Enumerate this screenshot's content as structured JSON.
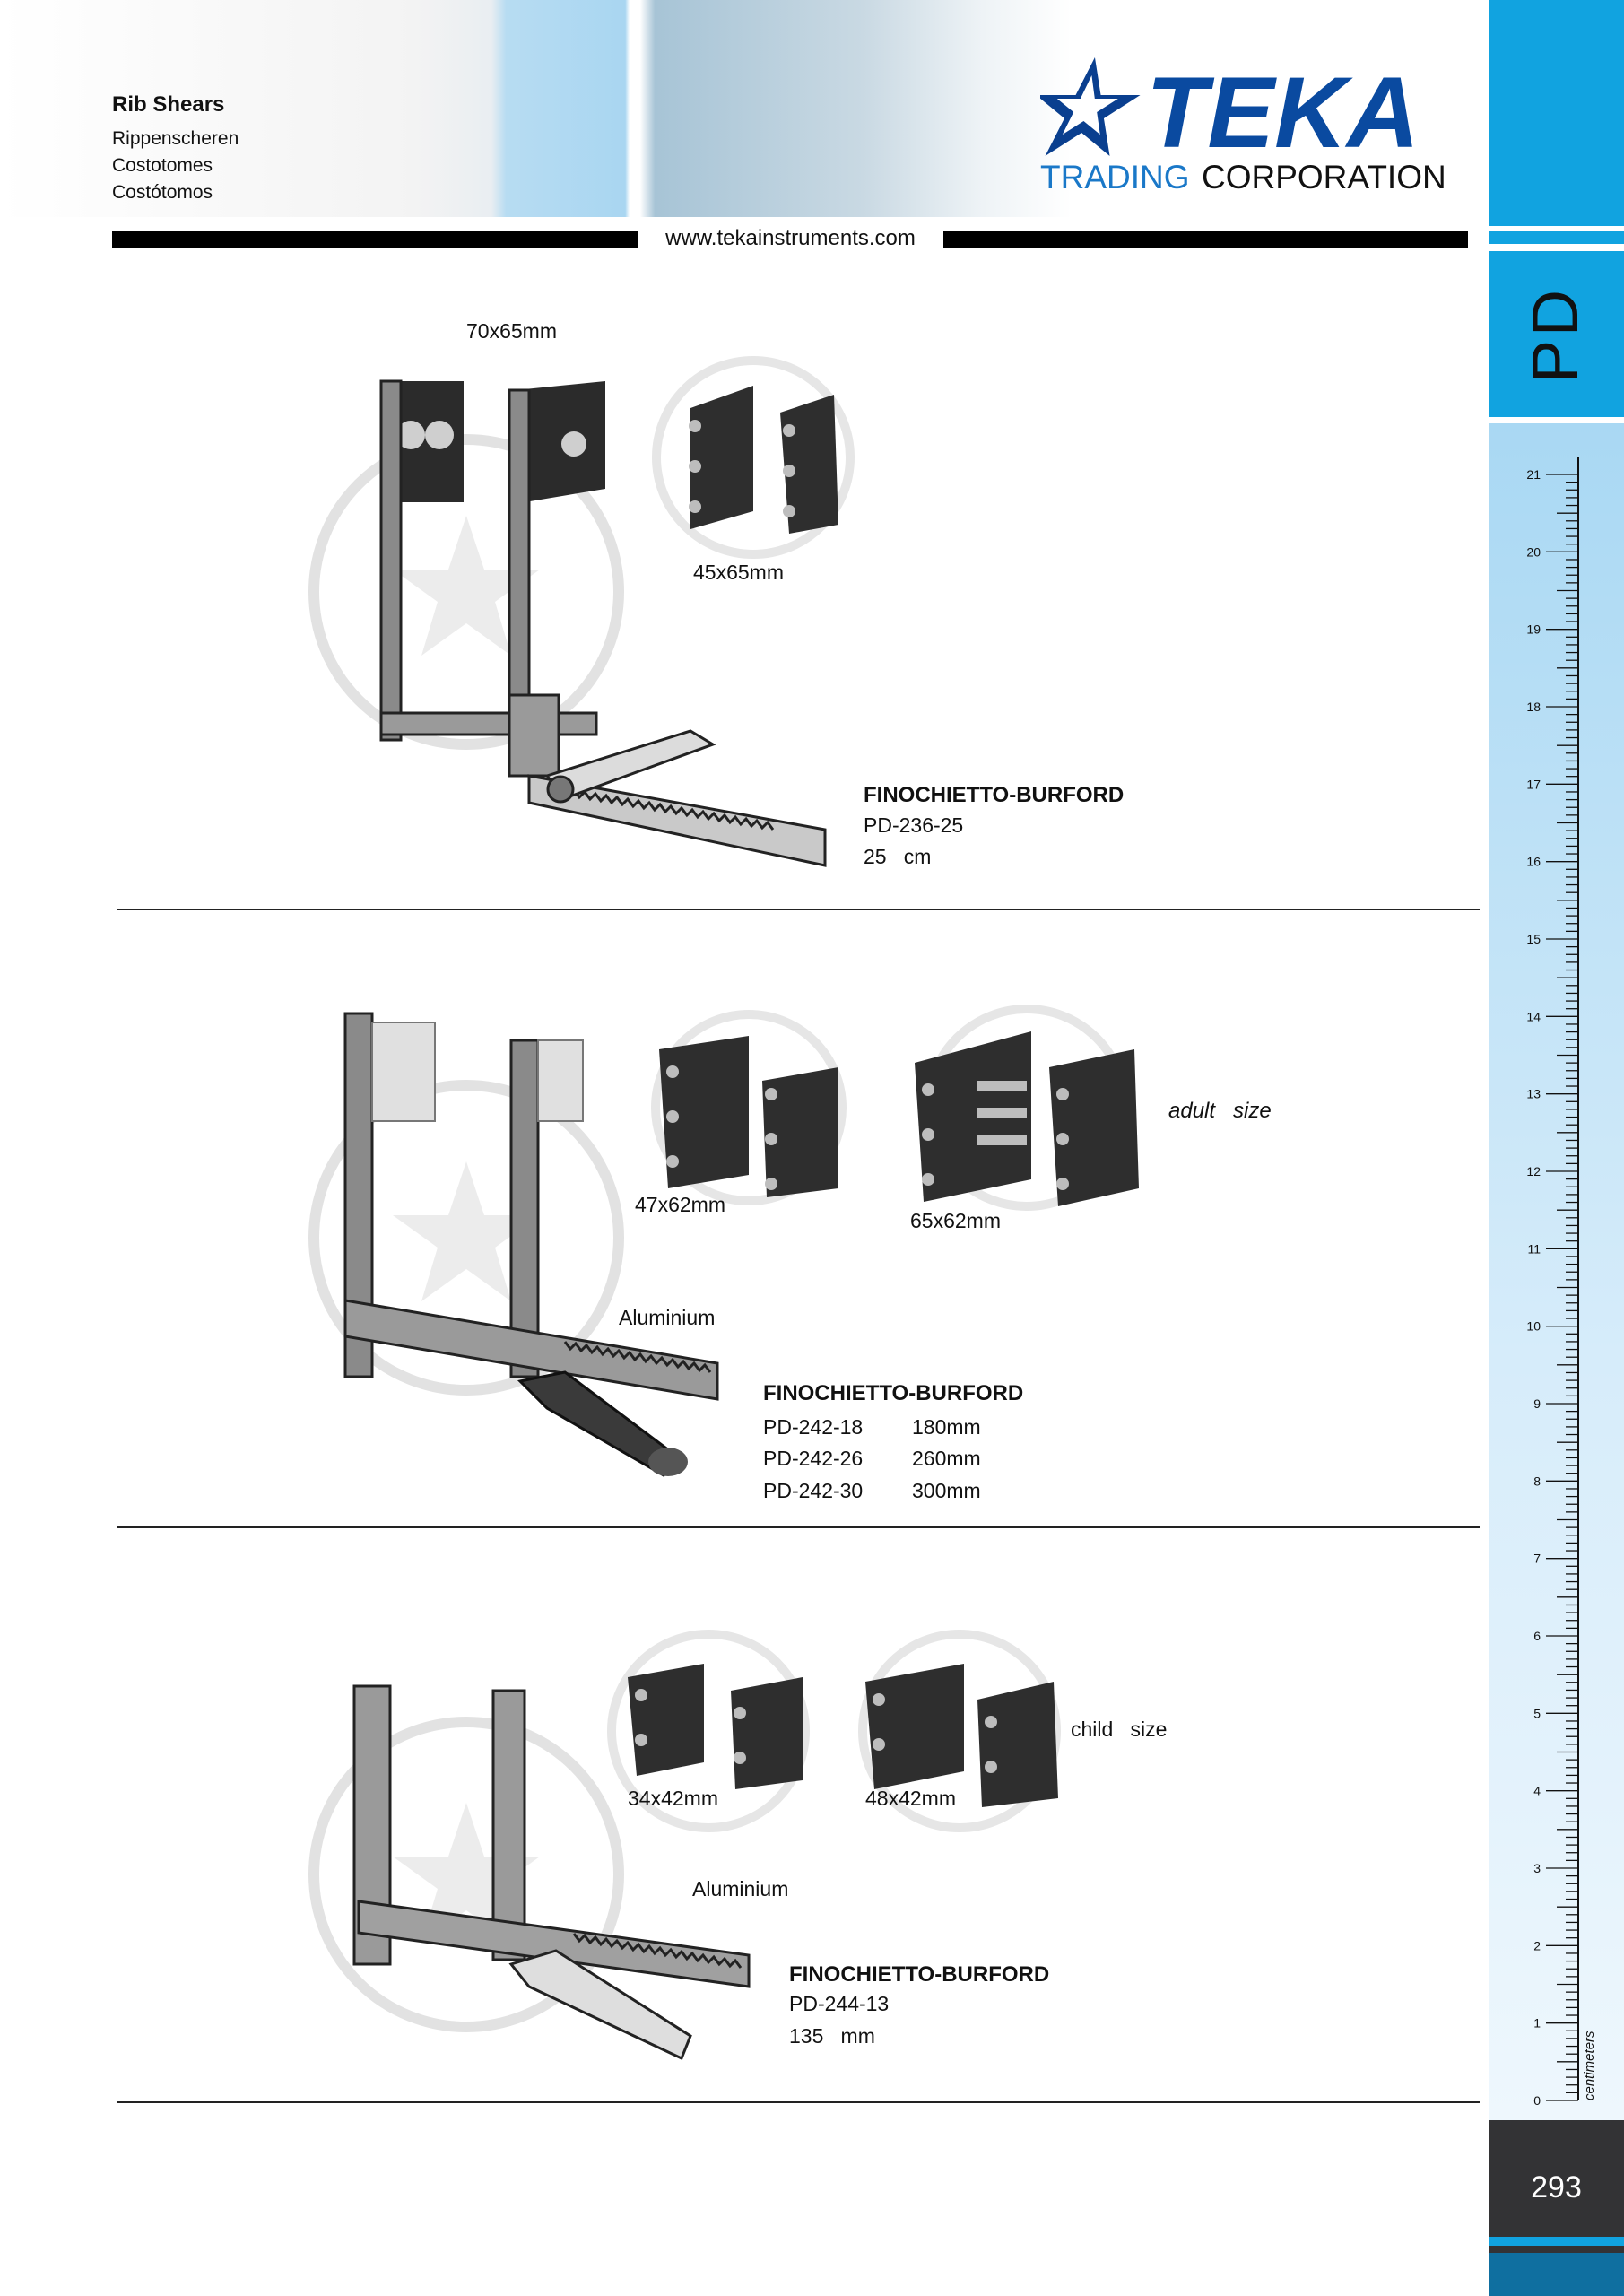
{
  "header": {
    "title": "Rib Shears",
    "subtitles": [
      "Rippenscheren",
      "Costotomes",
      "Costótomos"
    ],
    "website": "www.tekainstruments.com",
    "logo": {
      "brand": "TEKA",
      "tagline_part1": "TRADING",
      "tagline_part2": "CORPORATION",
      "icon": "star-icon"
    }
  },
  "sidebar": {
    "section_code": "PD",
    "page_number": "293",
    "ruler_unit": "centimeters",
    "ruler_labels": [
      "21",
      "20",
      "19",
      "18",
      "17",
      "16",
      "15",
      "14",
      "13",
      "12",
      "11",
      "10",
      "9",
      "8",
      "7",
      "6",
      "5",
      "4",
      "3",
      "2",
      "1",
      "0"
    ]
  },
  "products": [
    {
      "name": "FINOCHIETTO-BURFORD",
      "code": "PD-236-25",
      "size": "25   cm",
      "blade_size_main": "70x65mm",
      "blade_size_extra": "45x65mm"
    },
    {
      "name": "FINOCHIETTO-BURFORD",
      "variants": [
        {
          "code": "PD-242-18",
          "size": "180mm"
        },
        {
          "code": "PD-242-26",
          "size": "260mm"
        },
        {
          "code": "PD-242-30",
          "size": "300mm"
        }
      ],
      "blade_size_a": "47x62mm",
      "blade_size_b": "65x62mm",
      "material": "Aluminium",
      "size_note": "adult   size"
    },
    {
      "name": "FINOCHIETTO-BURFORD",
      "code": "PD-244-13",
      "size": "135   mm",
      "blade_size_a": "34x42mm",
      "blade_size_b": "48x42mm",
      "material": "Aluminium",
      "size_note": "child   size"
    }
  ],
  "colors": {
    "accent_blue": "#11a3e0",
    "dark_panel": "#333335",
    "logo_blue": "#0a3f8f",
    "logo_light_blue": "#1a78c8"
  }
}
